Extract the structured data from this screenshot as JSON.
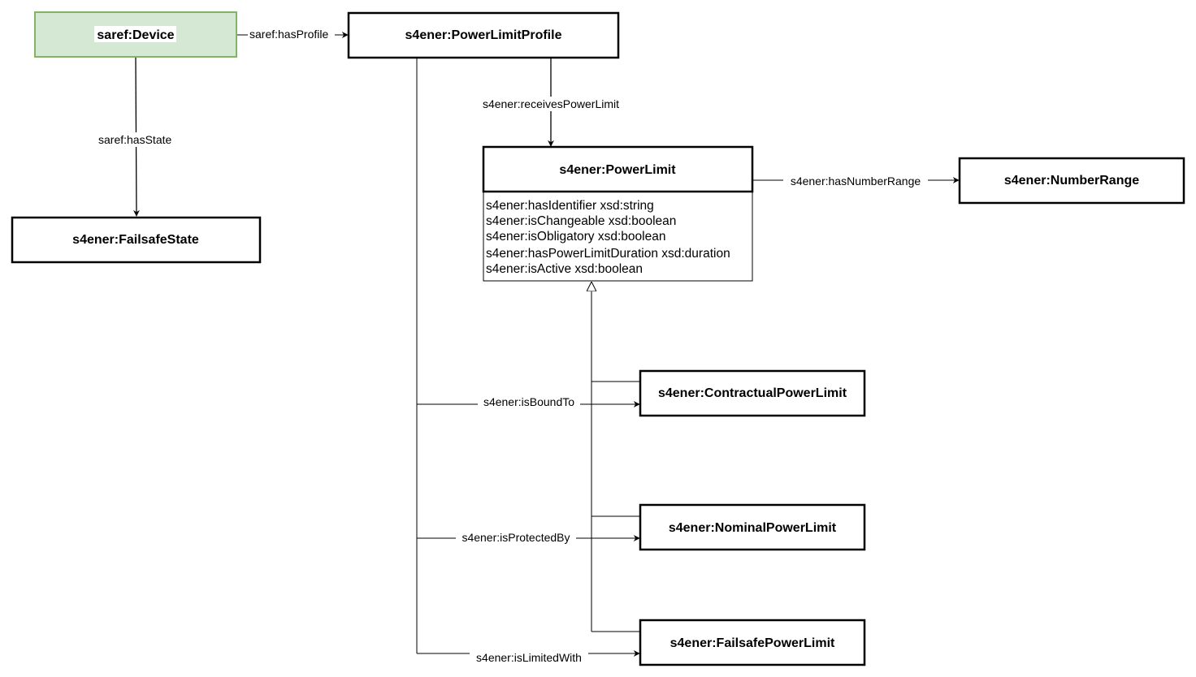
{
  "nodes": {
    "device": {
      "title": "saref:Device",
      "fill": "#d5e8d4",
      "stroke": "#82b366"
    },
    "power_limit_profile": {
      "title": "s4ener:PowerLimitProfile"
    },
    "failsafe_state": {
      "title": "s4ener:FailsafeState"
    },
    "power_limit": {
      "title": "s4ener:PowerLimit",
      "attributes": [
        "s4ener:hasIdentifier xsd:string",
        "s4ener:isChangeable xsd:boolean",
        "s4ener:isObligatory xsd:boolean",
        "s4ener:hasPowerLimitDuration xsd:duration",
        "s4ener:isActive xsd:boolean"
      ]
    },
    "number_range": {
      "title": "s4ener:NumberRange"
    },
    "contractual_power_limit": {
      "title": "s4ener:ContractualPowerLimit"
    },
    "nominal_power_limit": {
      "title": "s4ener:NominalPowerLimit"
    },
    "failsafe_power_limit": {
      "title": "s4ener:FailsafePowerLimit"
    }
  },
  "edges": {
    "has_profile": "saref:hasProfile",
    "has_state": "saref:hasState",
    "receives_power_limit": "s4ener:receivesPowerLimit",
    "has_number_range": "s4ener:hasNumberRange",
    "is_bound_to": "s4ener:isBoundTo",
    "is_protected_by": "s4ener:isProtectedBy",
    "is_limited_with": "s4ener:isLimitedWith"
  }
}
